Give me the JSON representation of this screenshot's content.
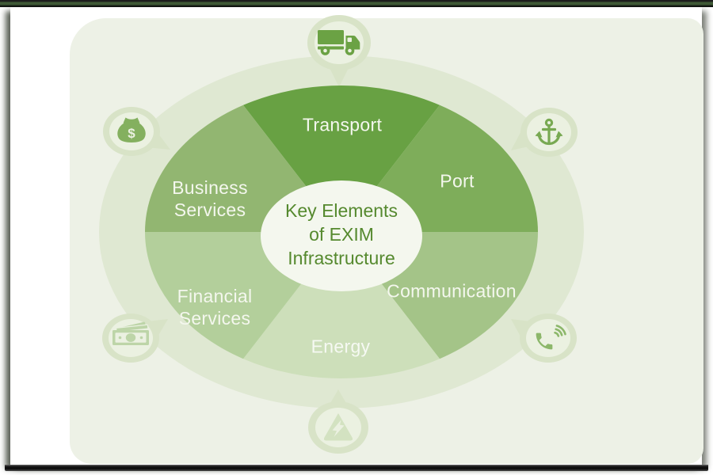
{
  "diagram": {
    "center": {
      "lines": [
        "Key Elements",
        "of EXIM",
        "Infrastructure"
      ],
      "text_color": "#55892e",
      "fill_color": "#f4f7ee"
    },
    "canvas_background": "#edf1e6",
    "outer_ring_color": "#dfe8d2",
    "bubble_outer_color": "#d8e3c7",
    "bubble_inner_color": "#ebf1e1",
    "segment_label_color": "#f4f7ee"
  },
  "chart_data": {
    "type": "pie",
    "title": "Key Elements of EXIM Infrastructure",
    "legend_position": "none",
    "segments": [
      {
        "label": "Transport",
        "value": 16.67,
        "color": "#68a143",
        "icon": "truck-icon"
      },
      {
        "label": "Port",
        "value": 16.67,
        "color": "#7ead5a",
        "icon": "anchor-icon"
      },
      {
        "label": "Communication",
        "value": 16.67,
        "color": "#a4c488",
        "icon": "phone-call-icon"
      },
      {
        "label": "Energy",
        "value": 16.67,
        "color": "#cddfba",
        "icon": "high-voltage-icon"
      },
      {
        "label": "Financial Services",
        "value": 16.67,
        "color": "#b3cf9b",
        "icon": "banknotes-icon"
      },
      {
        "label": "Business Services",
        "value": 16.67,
        "color": "#92b671",
        "icon": "money-bag-icon"
      }
    ]
  },
  "callout_icons": [
    {
      "name": "truck-icon",
      "represents": "Transport",
      "color": "#6ba244"
    },
    {
      "name": "anchor-icon",
      "represents": "Port",
      "color": "#78a952"
    },
    {
      "name": "phone-call-icon",
      "represents": "Communication",
      "color": "#8cb76a"
    },
    {
      "name": "high-voltage-icon",
      "represents": "Energy",
      "color": "#d3e2c1"
    },
    {
      "name": "banknotes-icon",
      "represents": "Financial Services",
      "color": "#bdd5a8"
    },
    {
      "name": "money-bag-icon",
      "represents": "Business Services",
      "color": "#84b05f"
    }
  ]
}
